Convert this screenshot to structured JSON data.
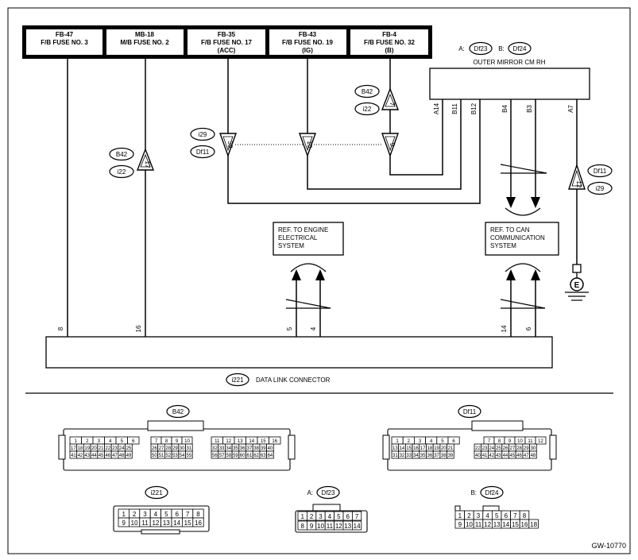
{
  "fuses": [
    {
      "code": "FB-47",
      "line1": "F/B FUSE NO. 3",
      "line2": ""
    },
    {
      "code": "MB-18",
      "line1": "M/B FUSE NO. 2",
      "line2": ""
    },
    {
      "code": "FB-35",
      "line1": "F/B FUSE NO. 17",
      "line2": "(ACC)"
    },
    {
      "code": "FB-43",
      "line1": "F/B FUSE NO. 19",
      "line2": "(IG)"
    },
    {
      "code": "FB-4",
      "line1": "F/B FUSE NO. 32",
      "line2": "(B)"
    }
  ],
  "mirror": {
    "title": "OUTER MIRROR CM RH",
    "connA_prefix": "A:",
    "connA": "Df23",
    "connB_prefix": "B:",
    "connB": "Df24",
    "pins": [
      "A14",
      "B11",
      "B12",
      "B4",
      "B3",
      "A7"
    ]
  },
  "inline_connectors": {
    "fb4_oval_top": "B42",
    "fb4_oval_bottom": "i22",
    "fb4_pin": "7",
    "mb18_oval_top": "B42",
    "mb18_oval_bottom": "i22",
    "mb18_pin": "17",
    "row_oval_top": "i29",
    "row_oval_bottom": "Df11",
    "row_pins": [
      "39",
      "10",
      "9"
    ],
    "a7_oval_top": "Df11",
    "a7_oval_bottom": "i29",
    "a7_pin": "12"
  },
  "refs": {
    "engine": [
      "REF. TO ENGINE",
      "ELECTRICAL",
      "SYSTEM"
    ],
    "can": [
      "REF. TO CAN",
      "COMMUNICATION",
      "SYSTEM"
    ]
  },
  "ground_label": "E",
  "dlc": {
    "id": "i221",
    "label": "DATA LINK CONNECTOR",
    "pins": [
      "8",
      "16",
      "5",
      "4",
      "14",
      "6"
    ]
  },
  "connector_views": {
    "B42": {
      "label": "B42",
      "block1_top": [
        "1",
        "2",
        "3",
        "4",
        "5",
        "6"
      ],
      "block1_r2": [
        "17",
        "18",
        "19",
        "20",
        "21",
        "22",
        "23",
        "24",
        "25"
      ],
      "block1_r3": [
        "41",
        "42",
        "43",
        "44",
        "45",
        "46",
        "47",
        "48",
        "49"
      ],
      "block2_top": [
        "7",
        "8",
        "9",
        "10"
      ],
      "block2_r2": [
        "26",
        "27",
        "28",
        "29",
        "30",
        "31"
      ],
      "block2_r3": [
        "50",
        "51",
        "52",
        "53",
        "54",
        "55"
      ],
      "block3_top": [
        "11",
        "12",
        "13",
        "14",
        "15",
        "16"
      ],
      "block3_r2": [
        "32",
        "33",
        "34",
        "35",
        "36",
        "37",
        "38",
        "39",
        "40"
      ],
      "block3_r3": [
        "56",
        "57",
        "58",
        "59",
        "60",
        "61",
        "62",
        "63",
        "64"
      ]
    },
    "Df11": {
      "label": "Df11",
      "block1_top": [
        "1",
        "2",
        "3",
        "4",
        "5",
        "6"
      ],
      "block1_r2": [
        "13",
        "14",
        "15",
        "16",
        "17",
        "18",
        "19",
        "20",
        "21"
      ],
      "block1_r3": [
        "31",
        "32",
        "33",
        "34",
        "35",
        "36",
        "37",
        "38",
        "39"
      ],
      "block2_top": [
        "7",
        "8",
        "9",
        "10",
        "11",
        "12"
      ],
      "block2_r2": [
        "22",
        "23",
        "24",
        "25",
        "26",
        "27",
        "28",
        "29",
        "30"
      ],
      "block2_r3": [
        "40",
        "41",
        "42",
        "43",
        "44",
        "45",
        "46",
        "47",
        "48"
      ]
    },
    "i221": {
      "label": "i221",
      "row1": [
        "1",
        "2",
        "3",
        "4",
        "5",
        "6",
        "7",
        "8"
      ],
      "row2": [
        "9",
        "10",
        "11",
        "12",
        "13",
        "14",
        "15",
        "16"
      ]
    },
    "Df23": {
      "prefix": "A:",
      "label": "Df23",
      "row1": [
        "1",
        "2",
        "3",
        "4",
        "5",
        "6",
        "7"
      ],
      "row2": [
        "8",
        "9",
        "10",
        "11",
        "12",
        "13",
        "14"
      ]
    },
    "Df24": {
      "prefix": "B:",
      "label": "Df24",
      "row1": [
        "1",
        "2",
        "3",
        "4",
        "5",
        "6",
        "7",
        "8"
      ],
      "row2": [
        "9",
        "10",
        "11",
        "12",
        "13",
        "14",
        "15",
        "16",
        "18"
      ]
    }
  },
  "figure_code": "GW-10770"
}
